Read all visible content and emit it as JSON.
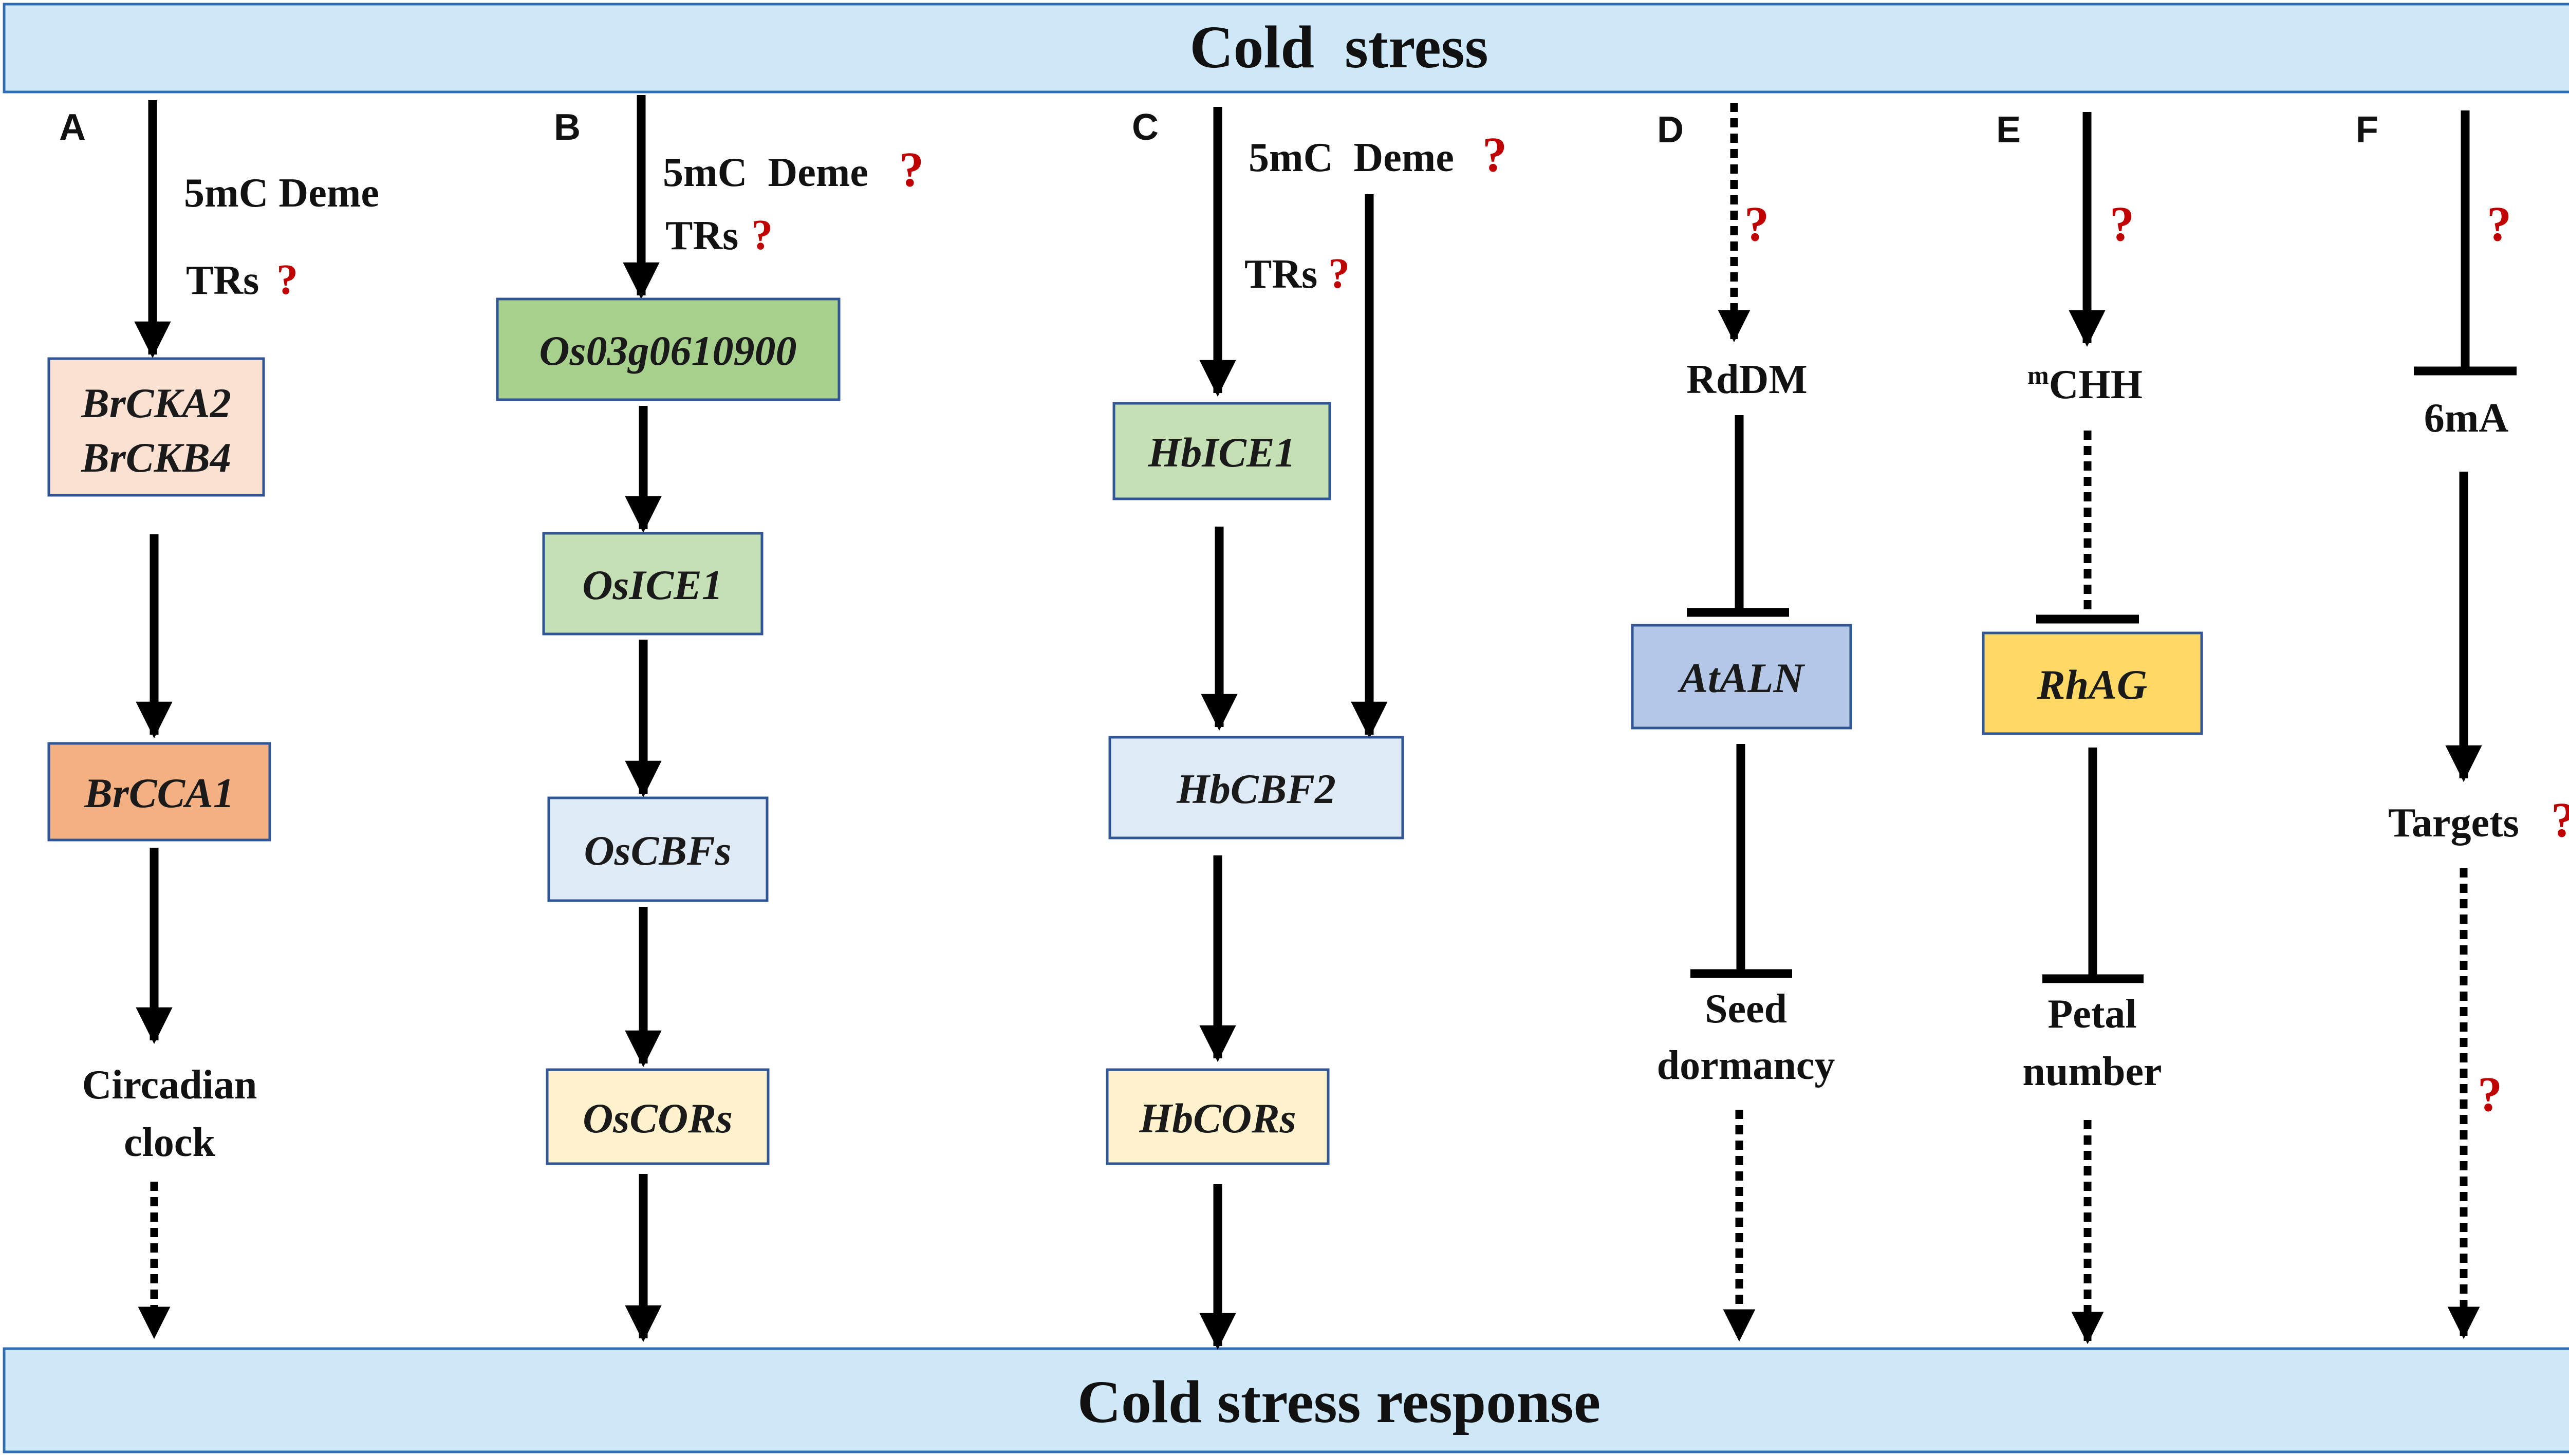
{
  "top_bar": {
    "text": "Cold  stress"
  },
  "bottom_bar": {
    "text": "Cold stress response"
  },
  "colors": {
    "bar_fill": "#cfe8f8",
    "bar_stroke": "#2f6db5",
    "box_stroke": "#2f5597",
    "question_mark": "#c00000",
    "peach": "#fbe1d2",
    "orange": "#f3b183",
    "green_dark": "#a8d08d",
    "green_light": "#c5e0b4",
    "blue_light": "#deebf7",
    "yellow_light": "#fff2cc",
    "blue_mid": "#b4c7e7",
    "gold": "#ffd966"
  },
  "panels": {
    "A": {
      "letter": "A",
      "label1": "5mC Deme",
      "label2": "TRs",
      "q": "?",
      "box1_line1": "BrCKA2",
      "box1_line2": "BrCKB4",
      "box2": "BrCCA1",
      "out_line1": "Circadian",
      "out_line2": "clock"
    },
    "B": {
      "letter": "B",
      "label1": "5mC  Deme",
      "q1": "?",
      "label2": "TRs",
      "q2": "?",
      "box1": "Os03g0610900",
      "box2": "OsICE1",
      "box3": "OsCBFs",
      "box4": "OsCORs"
    },
    "C": {
      "letter": "C",
      "label1": "5mC  Deme",
      "q1": "?",
      "label2": "TRs",
      "q2": "?",
      "box1": "HbICE1",
      "box2": "HbCBF2",
      "box3": "HbCORs"
    },
    "D": {
      "letter": "D",
      "q": "?",
      "node": "RdDM",
      "box": "AtALN",
      "out_line1": "Seed",
      "out_line2": "dormancy"
    },
    "E": {
      "letter": "E",
      "q": "?",
      "node_sup": "m",
      "node": "CHH",
      "box": "RhAG",
      "out_line1": "Petal",
      "out_line2": "number"
    },
    "F": {
      "letter": "F",
      "q1": "?",
      "node": "6mA",
      "targets": "Targets",
      "q2": "?",
      "q3": "?"
    }
  }
}
